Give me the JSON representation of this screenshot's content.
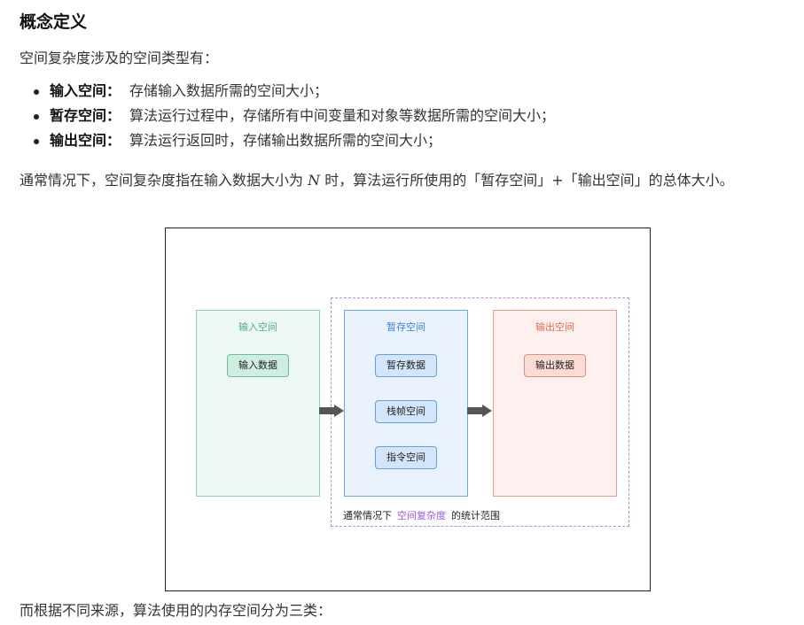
{
  "heading": "概念定义",
  "intro": "空间复杂度涉及的空间类型有：",
  "space_types": [
    {
      "name": "输入空间：",
      "desc": "存储输入数据所需的空间大小；"
    },
    {
      "name": "暂存空间：",
      "desc": "算法运行过程中，存储所有中间变量和对象等数据所需的空间大小；"
    },
    {
      "name": "输出空间：",
      "desc": "算法运行返回时，存储输出数据所需的空间大小；"
    }
  ],
  "definition": {
    "before": "通常情况下，空间复杂度指在输入数据大小为",
    "variable": "N",
    "after": "时，算法运行所使用的「暂存空间」+「输出空间」的总体大小。"
  },
  "diagram": {
    "input_box": {
      "title": "输入空间",
      "items": [
        "输入数据"
      ]
    },
    "temp_box": {
      "title": "暂存空间",
      "items": [
        "暂存数据",
        "栈帧空间",
        "指令空间"
      ]
    },
    "output_box": {
      "title": "输出空间",
      "items": [
        "输出数据"
      ]
    },
    "caption": {
      "before": "通常情况下",
      "highlight": "空间复杂度",
      "after": "的统计范围"
    },
    "colors": {
      "input": "#4caf88",
      "temp": "#3d7fd3",
      "output": "#e56b58",
      "scope": "#9b59e0",
      "arrow": "#555555"
    }
  },
  "closing": "而根据不同来源，算法使用的内存空间分为三类："
}
